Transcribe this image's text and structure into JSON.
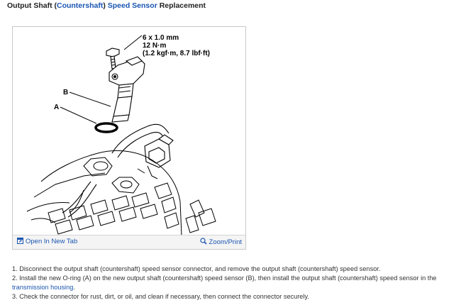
{
  "title": {
    "prefix": "Output Shaft (",
    "highlight1": "Countershaft",
    "middle": ") ",
    "highlight2": "Speed Sensor",
    "suffix": " Replacement"
  },
  "figure": {
    "spec_line1": "6 x 1.0 mm",
    "spec_line2": "12 N·m",
    "spec_line3": "(1.2 kgf·m, 8.7 lbf·ft)",
    "label_b": "B",
    "label_a": "A",
    "open_tab_label": "Open In New Tab",
    "zoom_label": "Zoom/Print"
  },
  "steps": {
    "step1": "1. Disconnect the output shaft (countershaft) speed sensor connector, and remove the output shaft (countershaft) speed sensor.",
    "step2_text": "2. Install the new O-ring (A) on the new output shaft (countershaft) speed sensor (B), then install the output shaft (countershaft) speed sensor in the",
    "step2_link": "transmission housing",
    "step2_end": ".",
    "step3": "3. Check the connector for rust, dirt, or oil, and clean if necessary, then connect the connector securely."
  },
  "colors": {
    "link": "#1a55b0",
    "text": "#333333"
  },
  "icons": [
    "open-new-tab-icon",
    "zoom-magnifier-icon"
  ]
}
